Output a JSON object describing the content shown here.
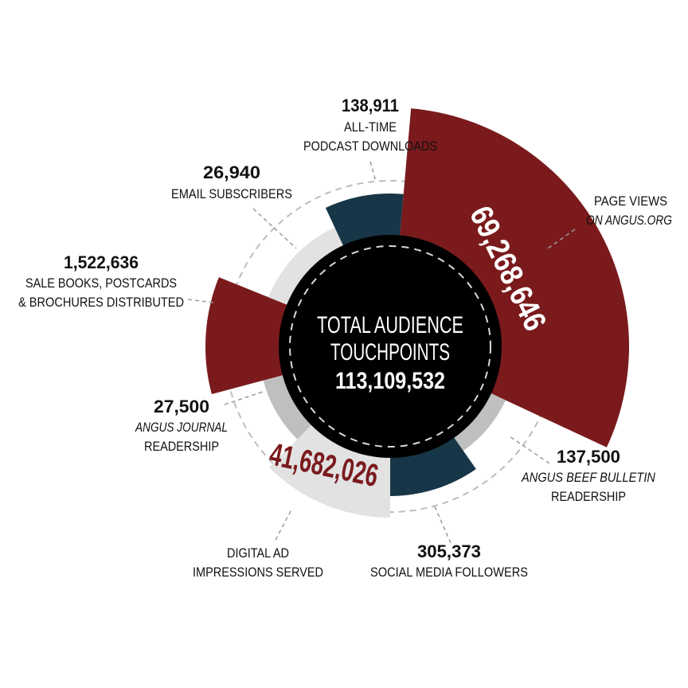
{
  "chart_data": {
    "type": "polar-area",
    "center": {
      "line1": "TOTAL AUDIENCE",
      "line2": "TOUCHPOINTS",
      "total": "113,109,532"
    },
    "slices": [
      {
        "value": "69,268,646",
        "label_lines": [
          "PAGE VIEWS",
          "ON ANGUS.ORG"
        ],
        "color": "#7a1a1d"
      },
      {
        "value": "137,500",
        "label_lines": [
          "ANGUS BEEF BULLETIN",
          "READERSHIP"
        ],
        "color": "#bfbfbf"
      },
      {
        "value": "305,373",
        "label_lines": [
          "SOCIAL MEDIA FOLLOWERS"
        ],
        "color": "#173647"
      },
      {
        "value": "41,682,026",
        "label_lines": [
          "DIGITAL AD",
          "IMPRESSIONS SERVED"
        ],
        "color": "#e2e2e2"
      },
      {
        "value": "27,500",
        "label_lines": [
          "ANGUS JOURNAL",
          "READERSHIP"
        ],
        "color": "#bfbfbf"
      },
      {
        "value": "1,522,636",
        "label_lines": [
          "SALE BOOKS, POSTCARDS",
          "& BROCHURES DISTRIBUTED"
        ],
        "color": "#7a1a1d"
      },
      {
        "value": "26,940",
        "label_lines": [
          "EMAIL SUBSCRIBERS"
        ],
        "color": "#e2e2e2"
      },
      {
        "value": "138,911",
        "label_lines": [
          "ALL-TIME",
          "PODCAST DOWNLOADS"
        ],
        "color": "#173647"
      }
    ],
    "colors": {
      "dark_red": "#7a1a1d",
      "navy": "#173647",
      "gray": "#bfbfbf",
      "light_gray": "#e2e2e2",
      "center": "#000000"
    }
  }
}
